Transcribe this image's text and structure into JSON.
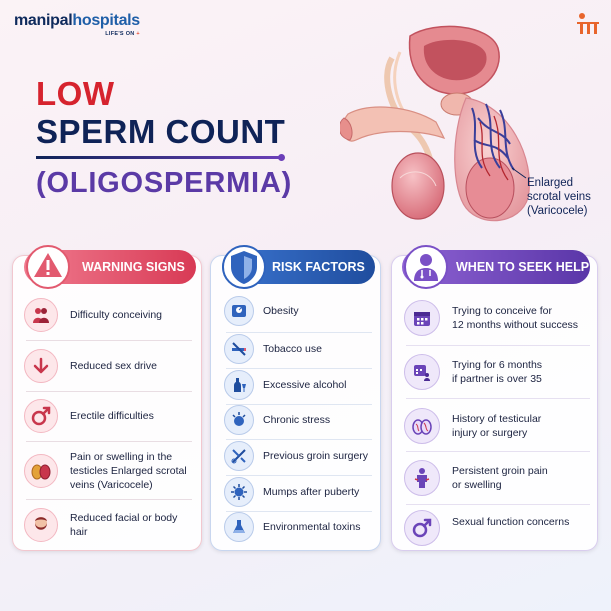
{
  "brand": {
    "name_part1": "manipal",
    "name_part2": "hospitals",
    "tagline_text": "LIFE'S ON",
    "tagline_mark": "+"
  },
  "title": {
    "line1": "LOW",
    "line2": "SPERM COUNT",
    "line3": "(OLIGOSPERMIA)"
  },
  "anatomy_label": {
    "line1": "Enlarged",
    "line2": "scrotal veins",
    "line3": "(Varicocele)"
  },
  "warning": {
    "header": "WARNING SIGNS",
    "items": [
      {
        "text": "Difficulty conceiving",
        "icon": "couple-icon"
      },
      {
        "text": "Reduced sex drive",
        "icon": "down-arrow-icon"
      },
      {
        "text": "Erectile difficulties",
        "icon": "male-symbol-icon"
      },
      {
        "text": "Pain or swelling in the testicles Enlarged scrotal veins (Varicocele)",
        "icon": "testicles-icon"
      },
      {
        "text": "Reduced facial or body hair",
        "icon": "bearded-face-icon"
      }
    ]
  },
  "risk": {
    "header": "RISK FACTORS",
    "items": [
      {
        "text": "Obesity",
        "icon": "scale-icon"
      },
      {
        "text": "Tobacco use",
        "icon": "no-smoking-icon"
      },
      {
        "text": "Excessive alcohol",
        "icon": "alcohol-bottle-icon"
      },
      {
        "text": "Chronic stress",
        "icon": "stress-head-icon"
      },
      {
        "text": "Previous groin surgery",
        "icon": "surgery-tools-icon"
      },
      {
        "text": "Mumps after puberty",
        "icon": "virus-icon"
      },
      {
        "text": "Environmental toxins",
        "icon": "flask-icon"
      }
    ]
  },
  "seek": {
    "header": "WHEN TO SEEK HELP",
    "items": [
      {
        "line1": "Trying to conceive for",
        "line2": "12 months without success",
        "icon": "calendar-icon"
      },
      {
        "line1": "Trying for 6 months",
        "line2": "if partner is over 35",
        "icon": "calendar-couple-icon"
      },
      {
        "line1": "History of testicular",
        "line2": "injury or surgery",
        "icon": "testicles-outline-icon"
      },
      {
        "line1": "Persistent groin pain",
        "line2": "or swelling",
        "icon": "man-pain-icon"
      },
      {
        "line1": "Sexual function concerns",
        "line2": "",
        "icon": "male-symbol-icon"
      }
    ]
  },
  "colors": {
    "red": "#d6232e",
    "navy": "#0f2357",
    "purple": "#5b3aa6",
    "pink_header": "#d83a55",
    "blue_header": "#1f4d9e",
    "violet_header": "#5a36a8"
  }
}
